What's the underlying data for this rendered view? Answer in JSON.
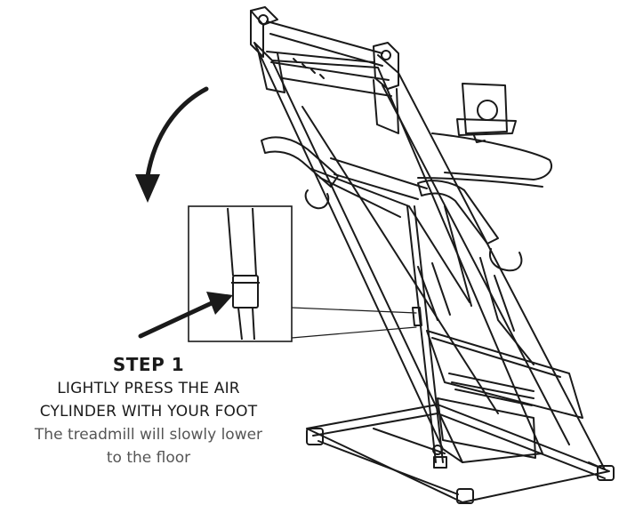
{
  "figure": {
    "step_title": "STEP 1",
    "instruction_line1": "LIGHTLY PRESS THE AIR",
    "instruction_line2": "CYLINDER WITH YOUR FOOT",
    "note_line1": "The treadmill will slowly lower",
    "note_line2": "to the floor"
  },
  "colors": {
    "line": "#1a1a1a",
    "text": "#1a1a1a",
    "note_text": "#555555",
    "background": "#ffffff"
  }
}
